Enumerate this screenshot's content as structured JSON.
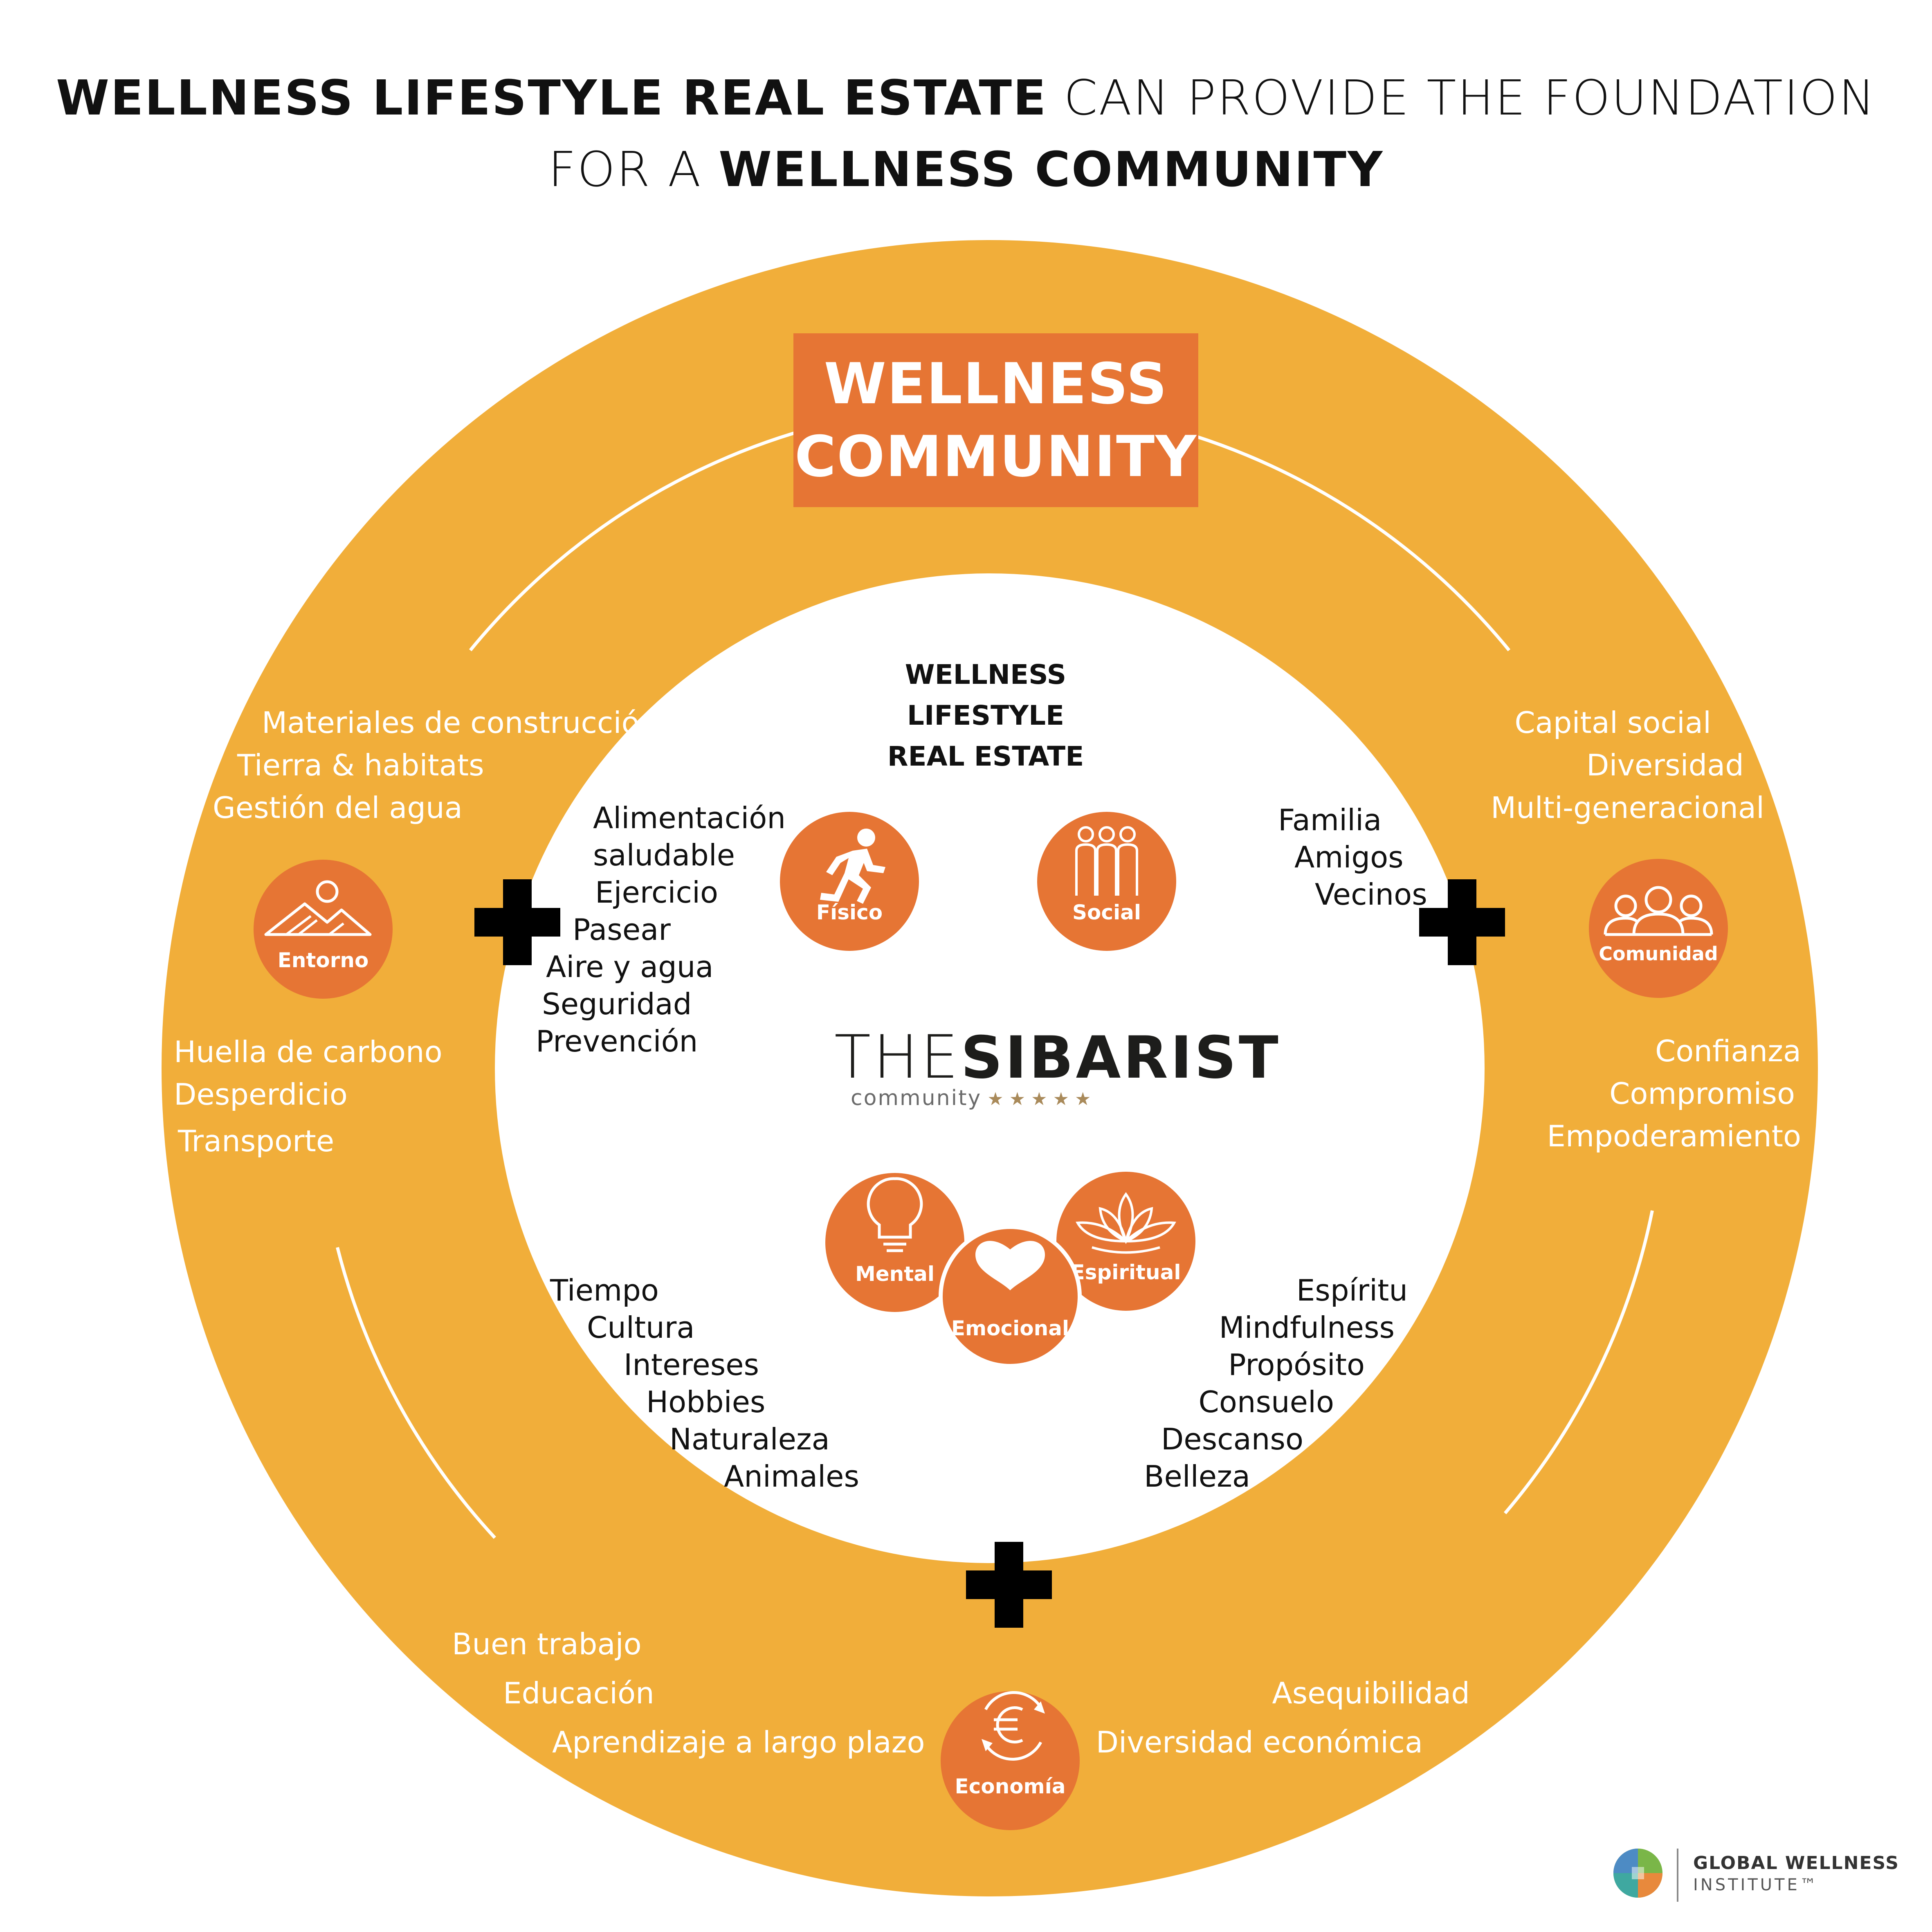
{
  "title": {
    "line1_bold": "WELLNESS LIFESTYLE REAL ESTATE",
    "line1_rest": "CAN PROVIDE THE FOUNDATION",
    "line2_pre": "FOR A",
    "line2_bold": "WELLNESS COMMUNITY"
  },
  "wellness_community_box": {
    "line1": "WELLNESS",
    "line2": "COMMUNITY"
  },
  "center": {
    "title_lines": [
      "WELLNESS",
      "LIFESTYLE",
      "REAL ESTATE"
    ],
    "logo": {
      "part1": "THE",
      "part2": "SIBARIST",
      "sub": "community",
      "stars": "★★★★★"
    }
  },
  "outer": {
    "entorno": {
      "label": "Entorno",
      "top_items": [
        "Materiales de construcción",
        "Tierra & habitats",
        "Gestión del agua"
      ],
      "bottom_items": [
        "Huella de carbono",
        "Desperdicio",
        "Transporte"
      ]
    },
    "comunidad": {
      "label": "Comunidad",
      "top_items": [
        "Capital social",
        "Diversidad",
        "Multi-generacional"
      ],
      "bottom_items": [
        "Confianza",
        "Compromiso",
        "Empoderamiento"
      ]
    },
    "economia": {
      "label": "Economía",
      "left_items": [
        "Buen trabajo",
        "Educación",
        "Aprendizaje a largo plazo"
      ],
      "right_items": [
        "Asequibilidad",
        "Diversidad económica"
      ]
    }
  },
  "inner": {
    "fisico": {
      "label": "Físico",
      "items": [
        "Alimentación",
        "saludable",
        "Ejercicio",
        "Pasear",
        "Aire y agua",
        "Seguridad",
        "Prevención"
      ]
    },
    "social": {
      "label": "Social",
      "items": [
        "Familia",
        "Amigos",
        "Vecinos"
      ]
    },
    "mental": {
      "label": "Mental",
      "items": [
        "Tiempo",
        "Cultura",
        "Intereses",
        "Hobbies",
        "Naturaleza",
        "Animales"
      ]
    },
    "emocional": {
      "label": "Emocional"
    },
    "espiritual": {
      "label": "Espiritual",
      "items": [
        "Espíritu",
        "Mindfulness",
        "Propósito",
        "Consuelo",
        "Descanso",
        "Belleza"
      ]
    }
  },
  "footer": {
    "org_name": "GLOBAL WELLNESS",
    "org_sub": "INSTITUTE™"
  },
  "colors": {
    "ring": "#f1ae3a",
    "node": "#e67534",
    "box": "#e67534",
    "text_dark": "#111111",
    "white": "#ffffff"
  }
}
